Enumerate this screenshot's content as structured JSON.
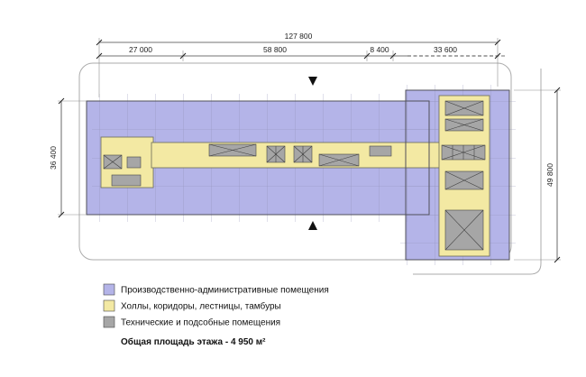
{
  "colors": {
    "admin": "#b4b4e8",
    "halls": "#f3e9a3",
    "tech": "#a6a6a6"
  },
  "dims": {
    "total": "127 800",
    "seg1": "27 000",
    "seg2": "58 800",
    "seg3": "8 400",
    "seg4": "33 600",
    "left": "36 400",
    "right": "49 800"
  },
  "legend": {
    "items": [
      {
        "label": "Производственно-административные помещения",
        "color": "#b4b4e8"
      },
      {
        "label": "Холлы, коридоры, лестницы, тамбуры",
        "color": "#f3e9a3"
      },
      {
        "label": "Технические и подсобные помещения",
        "color": "#a6a6a6"
      }
    ],
    "total": "Общая площадь этажа - 4 950 м²"
  }
}
